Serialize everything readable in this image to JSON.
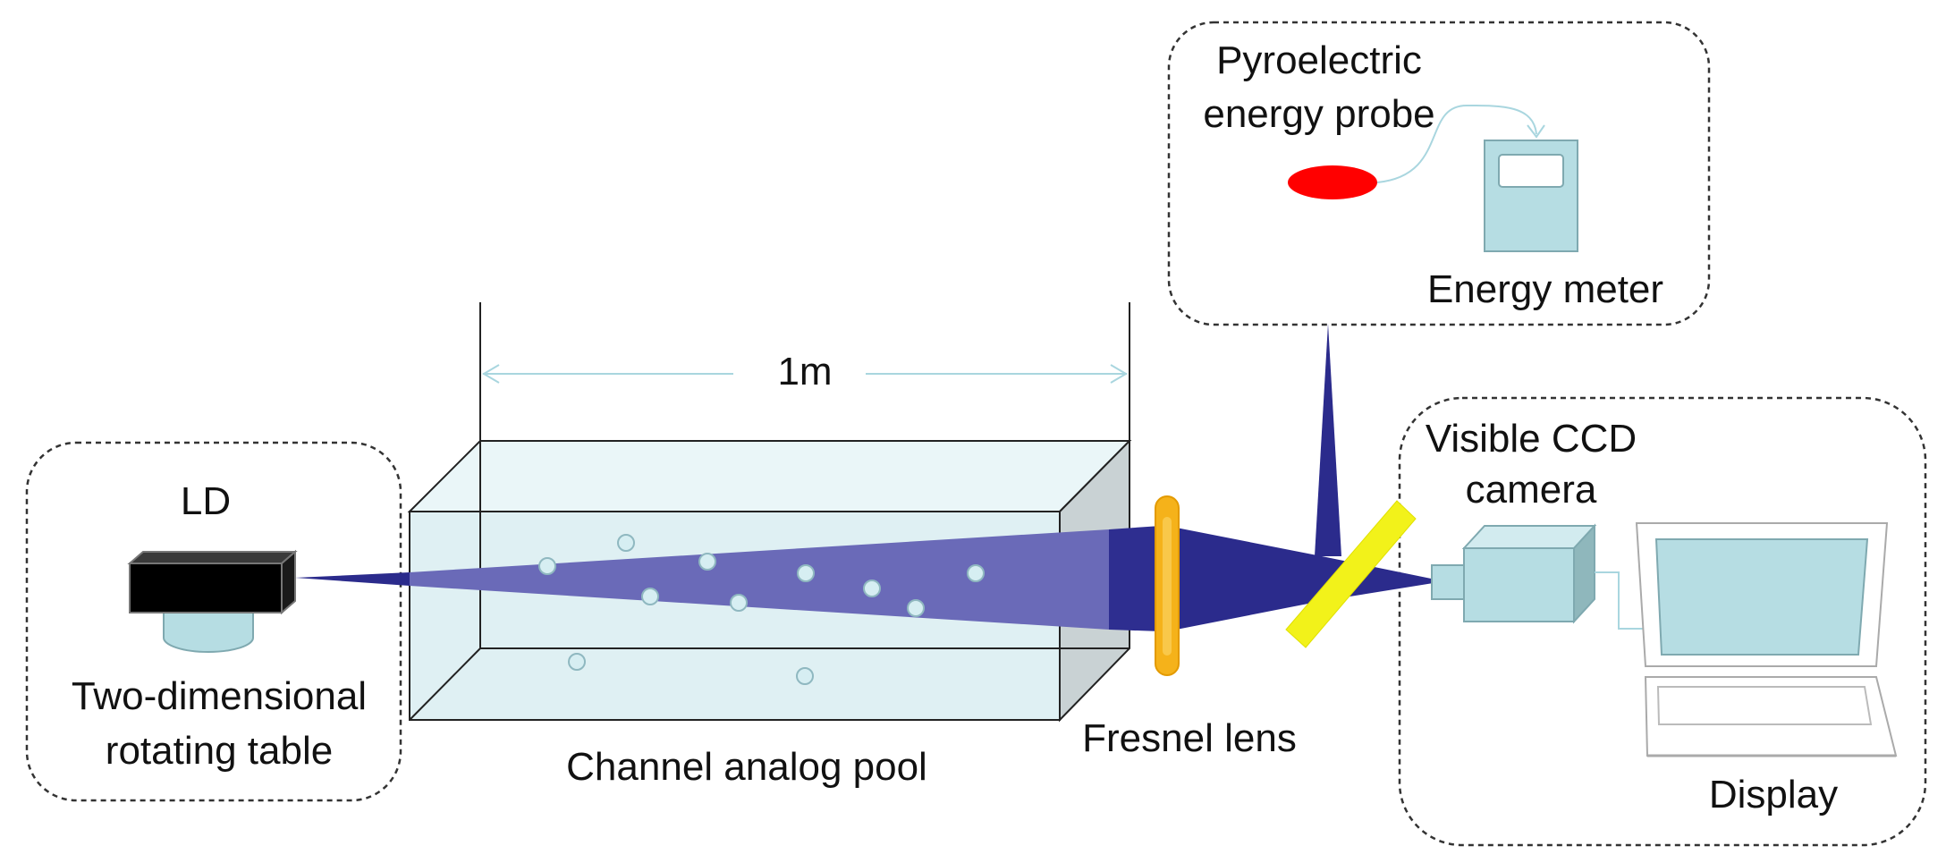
{
  "labels": {
    "ld": "LD",
    "rotating_table_line1": "Two-dimensional",
    "rotating_table_line2": "rotating table",
    "distance": "1m",
    "pool": "Channel analog pool",
    "fresnel": "Fresnel lens",
    "probe_line1": "Pyroelectric",
    "probe_line2": "energy probe",
    "energy_meter": "Energy meter",
    "ccd_line1": "Visible CCD",
    "ccd_line2": "camera",
    "display": "Display"
  },
  "colors": {
    "beam": "#2b2b8c",
    "beam_in_water": "#6a6ab8",
    "water": "#d9eef2",
    "lens": "#f5b21a",
    "splitter": "#f2f21a",
    "probe": "#ff0000",
    "instrument": "#b6dde3",
    "dashed_box": "#333333"
  }
}
